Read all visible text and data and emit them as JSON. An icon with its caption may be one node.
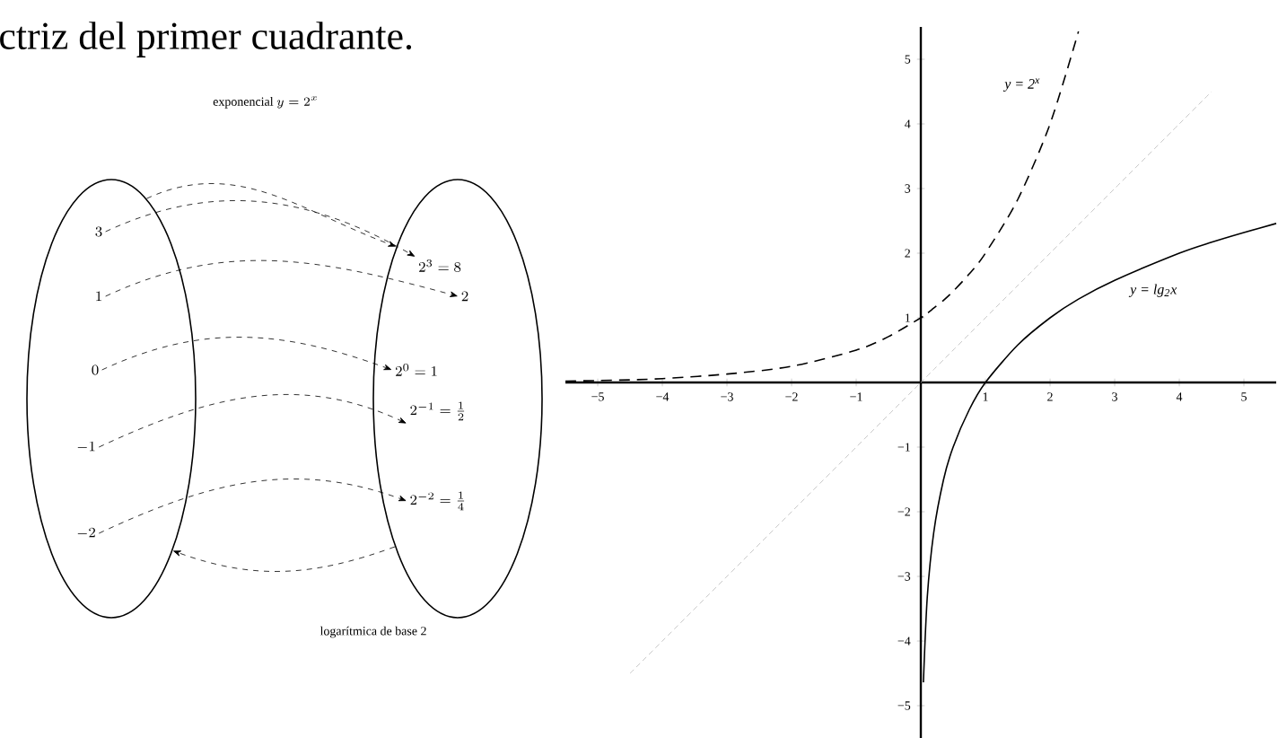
{
  "diagram": {
    "nodes": [
      {
        "text": [],
        "shape": "ellipse"
      },
      {
        "text": [
          "3"
        ],
        "in": 0
      },
      {
        "text": [
          "1"
        ],
        "in": 0
      },
      {
        "text": [
          "0"
        ],
        "in": 0
      },
      {
        "text": [
          "-1"
        ],
        "in": 0
      },
      {
        "text": [
          "-2"
        ],
        "in": 0
      },
      {
        "text": [],
        "shape": "ellipse"
      },
      {
        "text": [
          "2^3 = 8"
        ],
        "in": 6
      },
      {
        "text": [
          "2"
        ],
        "in": 6
      },
      {
        "text": [
          "2^0 = 1"
        ],
        "in": 6
      },
      {
        "text": [
          "2^{-1} = \\frac{1}{2}"
        ],
        "in": 6
      },
      {
        "text": [
          "2^{-2} = \\frac{1}{4}"
        ],
        "in": 6
      }
    ],
    "edges": [
      {
        "from": 0,
        "to": 6,
        "arrow": "to",
        "style": "dashed",
        "label": "\\text{exponencial } y = 2^x"
      },
      {
        "from": 1,
        "to": 7,
        "arrow": "to",
        "style": "dashed"
      },
      {
        "from": 2,
        "to": 8,
        "arrow": "to",
        "style": "dashed"
      },
      {
        "from": 3,
        "to": 9,
        "arrow": "to",
        "style": "dashed"
      },
      {
        "from": 4,
        "to": 10,
        "arrow": "to",
        "style": "dashed"
      },
      {
        "from": 5,
        "to": 11,
        "arrow": "to",
        "style": "dashed"
      },
      {
        "from": 6,
        "to": 0,
        "arrow": "to",
        "style": "dashed",
        "label": "logarítmica de base 2"
      }
    ],
    "labels": [
      "ctriz del primer cuadrante."
    ],
    "chart_data": {
      "type": "line",
      "x": [
        -5.5,
        -5,
        -4.5,
        -4,
        -3,
        -2,
        -1,
        -0.5,
        0,
        0.04,
        0.1,
        0.2,
        0.35,
        0.5,
        0.75,
        1,
        1.5,
        2,
        2.44,
        3,
        4,
        4.5,
        5,
        5.5
      ],
      "series": [
        {
          "name": "y = 2$^{x}$",
          "color": "#000000",
          "line_style": "dashed",
          "values": [
            0.02,
            0.03,
            0.04,
            0.06,
            0.13,
            0.25,
            0.5,
            0.71,
            1,
            1.03,
            1.07,
            1.15,
            1.27,
            1.41,
            1.68,
            2,
            2.83,
            4,
            5.43,
            null,
            null,
            null,
            null,
            null
          ]
        },
        {
          "name": "y = lg$_{2}$x",
          "color": "#000000",
          "line_style": "solid",
          "values": [
            null,
            null,
            null,
            null,
            null,
            null,
            null,
            null,
            null,
            -4.64,
            -3.32,
            -2.32,
            -1.51,
            -1,
            -0.42,
            0,
            0.58,
            1,
            1.29,
            1.58,
            2,
            2.17,
            2.32,
            2.46
          ]
        },
        {
          "color": "#bbbbbb",
          "line_style": "dashed",
          "values": [
            null,
            null,
            -4.5,
            -4,
            -3,
            -2,
            -1,
            -0.5,
            0,
            0.04,
            0.1,
            0.2,
            0.35,
            0.5,
            0.75,
            1,
            1.5,
            2,
            2.44,
            3,
            4,
            4.5,
            null,
            null
          ]
        }
      ],
      "xlim": [
        -5.5,
        5.5
      ],
      "ylim": [
        -5.5,
        5.5
      ],
      "xticks": [
        -5,
        -4,
        -3,
        -2,
        -1,
        1,
        2,
        3,
        4,
        5
      ],
      "yticks": [
        -5,
        -4,
        -3,
        -2,
        -1,
        1,
        2,
        3,
        4,
        5
      ]
    }
  }
}
